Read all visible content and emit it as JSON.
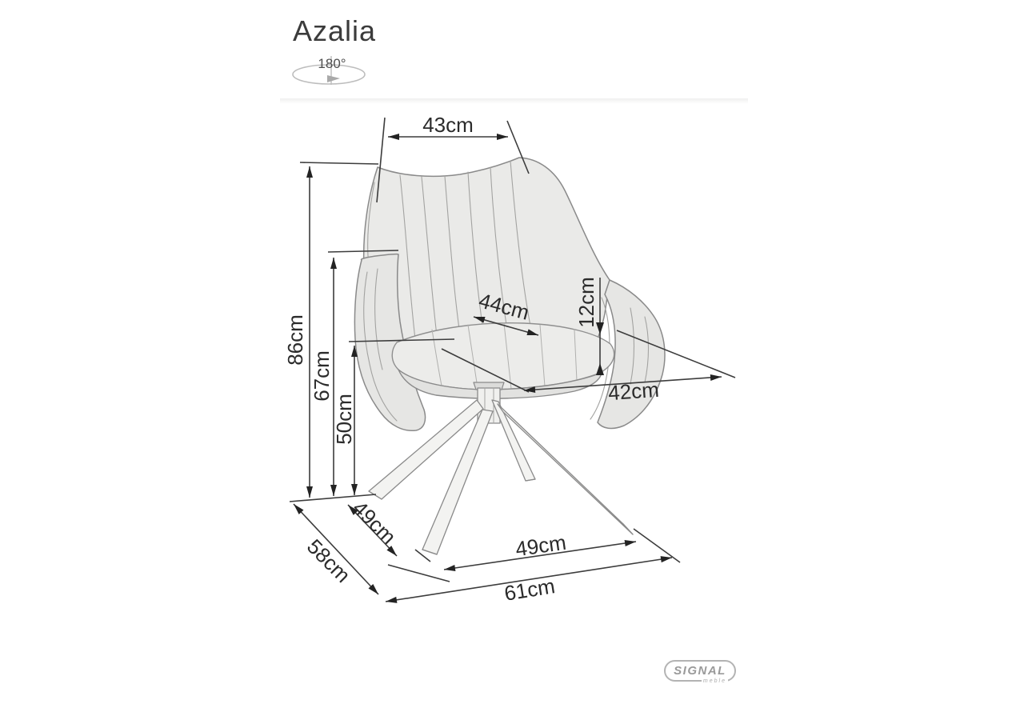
{
  "title": "Azalia",
  "rotation": {
    "label": "180°"
  },
  "dimensions": {
    "back_width": {
      "label": "43cm",
      "value": 43,
      "unit": "cm"
    },
    "total_height": {
      "label": "86cm",
      "value": 86,
      "unit": "cm"
    },
    "armrest_height": {
      "label": "67cm",
      "value": 67,
      "unit": "cm"
    },
    "seat_height": {
      "label": "50cm",
      "value": 50,
      "unit": "cm"
    },
    "seat_width": {
      "label": "44cm",
      "value": 44,
      "unit": "cm"
    },
    "cushion_thickness": {
      "label": "12cm",
      "value": 12,
      "unit": "cm"
    },
    "seat_depth": {
      "label": "42cm",
      "value": 42,
      "unit": "cm"
    },
    "base_left_span": {
      "label": "49cm",
      "value": 49,
      "unit": "cm"
    },
    "base_depth": {
      "label": "58cm",
      "value": 58,
      "unit": "cm"
    },
    "base_front_span": {
      "label": "49cm",
      "value": 49,
      "unit": "cm"
    },
    "base_width": {
      "label": "61cm",
      "value": 61,
      "unit": "cm"
    }
  },
  "logo": {
    "brand": "SIGNAL",
    "sub": "meble"
  },
  "colors": {
    "dimension_line": "#3c3c3c",
    "dimension_text": "#2b2b2b",
    "sketch_line": "#8a8a8a",
    "sketch_fill": "#eaeae8",
    "logo_gray": "#9a9a9a"
  }
}
